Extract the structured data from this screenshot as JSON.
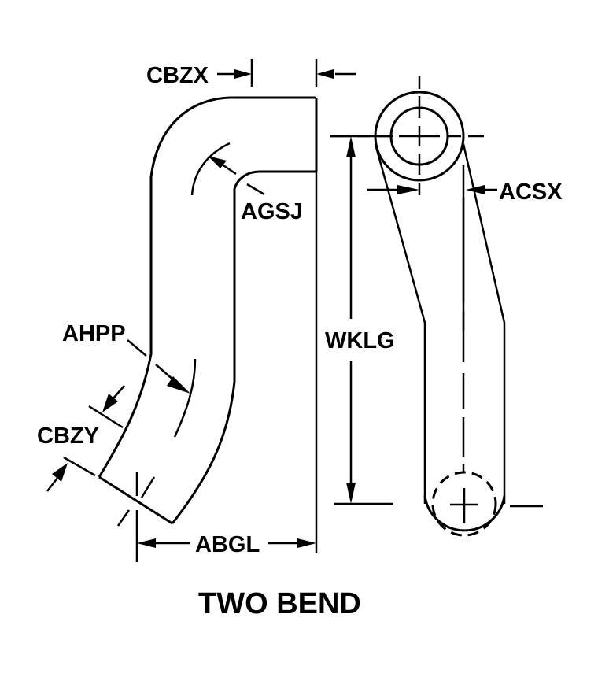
{
  "title": "TWO BEND",
  "colors": {
    "line": "#000000",
    "background": "#ffffff"
  },
  "dimensions": {
    "cbzx": "CBZX",
    "agsj": "AGSJ",
    "ahpp": "AHPP",
    "cbzy": "CBZY",
    "abgl": "ABGL",
    "wklg": "WKLG",
    "acsx": "ACSX"
  }
}
